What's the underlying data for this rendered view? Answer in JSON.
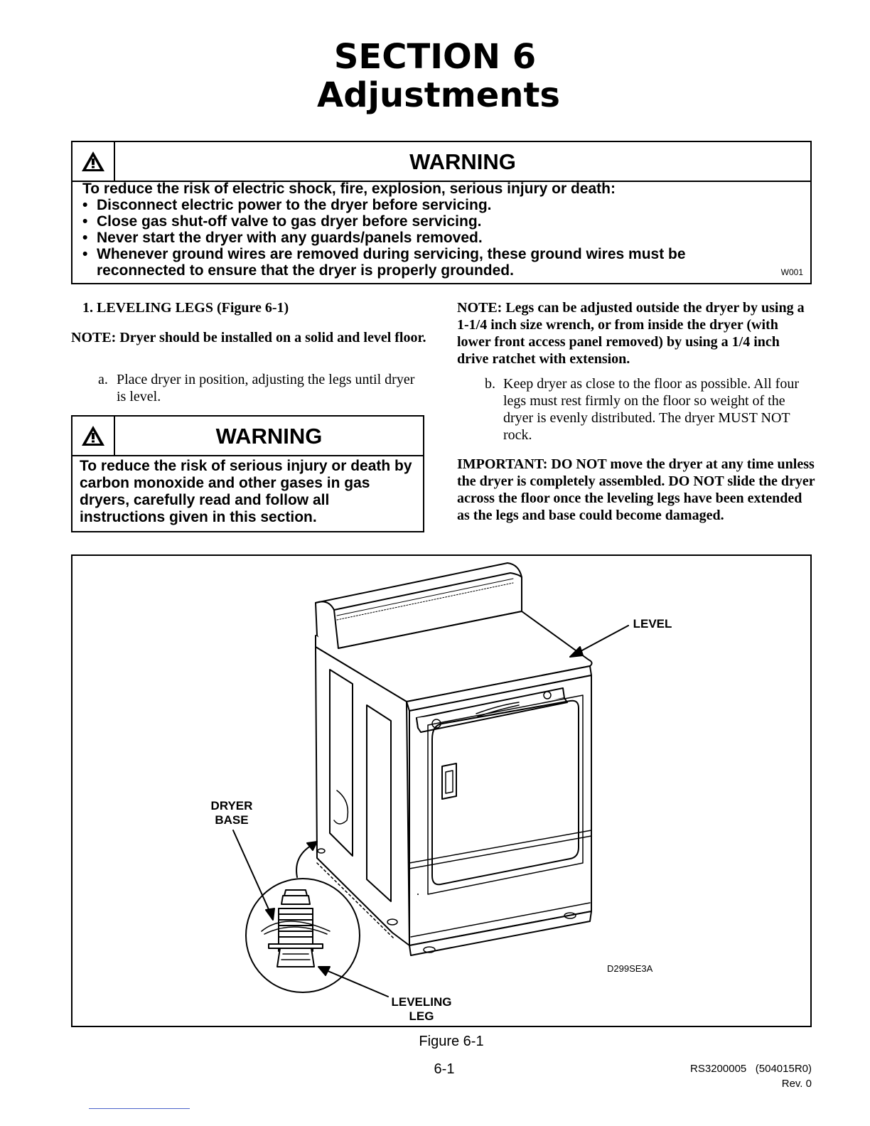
{
  "section_title": "SECTION 6",
  "section_subtitle": "Adjustments",
  "warning_main": {
    "title": "WARNING",
    "intro": "To reduce the risk of electric shock, fire, explosion, serious injury or death:",
    "items": [
      "Disconnect electric power to the dryer before servicing.",
      "Close gas shut-off valve to gas dryer before servicing.",
      "Never start the dryer with any guards/panels removed.",
      "Whenever ground wires are removed during servicing, these ground wires must be reconnected to ensure that the dryer is properly grounded."
    ],
    "code": "W001"
  },
  "step1": {
    "heading": "1. LEVELING LEGS (Figure 6-1)",
    "note": "NOTE: Dryer should be installed on a solid and level floor.",
    "a_label": "a.",
    "a_text": "Place dryer in position, adjusting the legs until dryer is level."
  },
  "warning_gas": {
    "title": "WARNING",
    "text": "To reduce the risk of serious injury or death by carbon monoxide and other gases in gas dryers, carefully read and follow all instructions given in this section."
  },
  "right_col": {
    "note": "NOTE: Legs can be adjusted outside the dryer by using a 1-1/4 inch size wrench, or from inside the dryer (with lower front access panel removed) by using a 1/4 inch drive ratchet with extension.",
    "b_label": "b.",
    "b_text": "Keep dryer as close to the floor as possible. All four legs must rest firmly on the floor so weight of the dryer is evenly distributed. The dryer MUST NOT rock.",
    "important": "IMPORTANT: DO NOT move the dryer at any time unless the dryer is completely assembled. DO NOT slide the dryer across the floor once the leveling legs have been extended as the legs and base could become damaged."
  },
  "figure": {
    "label_level": "LEVEL",
    "label_base_1": "DRYER",
    "label_base_2": "BASE",
    "label_leg_1": "LEVELING",
    "label_leg_2": "LEG",
    "drawing_code": "D299SE3A",
    "caption": "Figure 6-1"
  },
  "footer": {
    "page_number": "6-1",
    "doc_number": "RS3200005   (504015R0)",
    "revision": "Rev. 0"
  }
}
